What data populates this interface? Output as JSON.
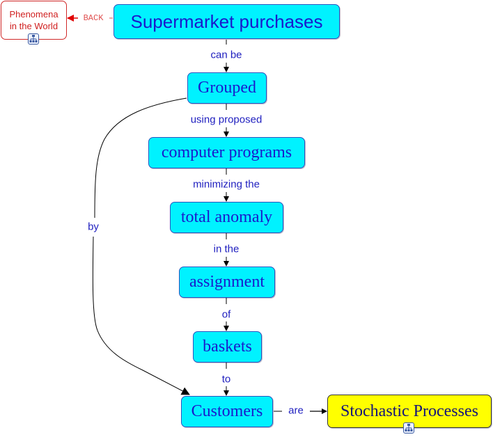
{
  "diagram": {
    "title": "Supermarket purchases",
    "colors": {
      "concept_fill": "#00f2ff",
      "concept_text": "#1a1acc",
      "concept_border": "#2a55c0",
      "highlight_fill": "#ffff00",
      "back_link": "#d02020",
      "link_text": "#1f1fbf"
    },
    "back_node": {
      "line1": "Phenomena",
      "line2": "in the World",
      "link_label": "BACK",
      "icon": "submap-icon"
    },
    "concepts": {
      "supermarket": "Supermarket purchases",
      "grouped": "Grouped",
      "computer_programs": "computer programs",
      "total_anomaly": "total anomaly",
      "assignment": "assignment",
      "baskets": "baskets",
      "customers": "Customers",
      "stochastic": "Stochastic Processes"
    },
    "links": {
      "can_be": "can be",
      "using_proposed": "using proposed",
      "minimizing_the": "minimizing the",
      "in_the": "in the",
      "of": "of",
      "to": "to",
      "by": "by",
      "are": "are"
    },
    "stochastic_icon": "submap-icon"
  }
}
